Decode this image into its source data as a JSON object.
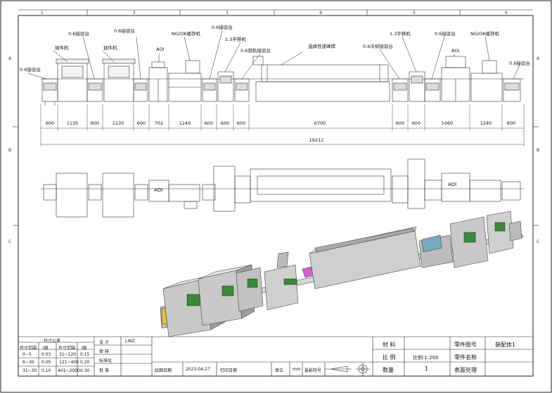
{
  "grid": {
    "cols": [
      "1",
      "2",
      "3",
      "4",
      "5",
      "6"
    ],
    "rows": [
      "A",
      "B",
      "C"
    ]
  },
  "callouts": [
    {
      "text": "0.6接驳台"
    },
    {
      "text": "插件机"
    },
    {
      "text": "0.6接驳台"
    },
    {
      "text": "插件机"
    },
    {
      "text": "0.6接驳台"
    },
    {
      "text": "AOI"
    },
    {
      "text": "NG/OK缓存机"
    },
    {
      "text": "0.6接驳台"
    },
    {
      "text": "1.3平移机"
    },
    {
      "text": "0.6双轨接驳台"
    },
    {
      "text": "选择性波峰焊"
    },
    {
      "text": "0.6冷却接驳台"
    },
    {
      "text": "1.3平移机"
    },
    {
      "text": "0.6接驳台"
    },
    {
      "text": "AOI"
    },
    {
      "text": "NG/OK缓存机"
    },
    {
      "text": "0.6接驳台"
    }
  ],
  "dimensions": [
    "600",
    "1135",
    "600",
    "1135",
    "600",
    "702",
    "1240",
    "600",
    "600",
    "600",
    "6700",
    "600",
    "600",
    "1060",
    "1240",
    "600"
  ],
  "total_length": "19212",
  "plan_labels": {
    "aoi_left": "AOI",
    "aoi_right": "AOI"
  },
  "title_block": {
    "tolerance_title": "尺寸公差",
    "tol_headers": [
      "尺寸范围",
      "I级",
      "尺寸范围",
      "I级"
    ],
    "tol_rows": [
      [
        "0~5",
        "0.03",
        "31~120",
        "0.15"
      ],
      [
        "6~30",
        "0.05",
        "121~400",
        "0.20"
      ],
      [
        "31~30",
        "0.10",
        "401~2000",
        "0.30"
      ]
    ],
    "role_labels": [
      "设 计",
      "审 核",
      "标准化",
      "批 准"
    ],
    "designer": "LINZ",
    "drawing_date_label": "绘图日期",
    "drawing_date": "2023-04-27",
    "print_date_label": "打印日期",
    "unit_label": "单位",
    "unit": "mm",
    "projection_label": "投影符号",
    "material_label": "材 料",
    "ratio_label": "比 例",
    "ratio_value": "比例:1:200",
    "qty_label": "数量",
    "qty_value": "1",
    "part_no_label": "零件图号",
    "part_no_value": "装配体1",
    "part_name_label": "零件名称",
    "surface_label": "表面处理"
  }
}
